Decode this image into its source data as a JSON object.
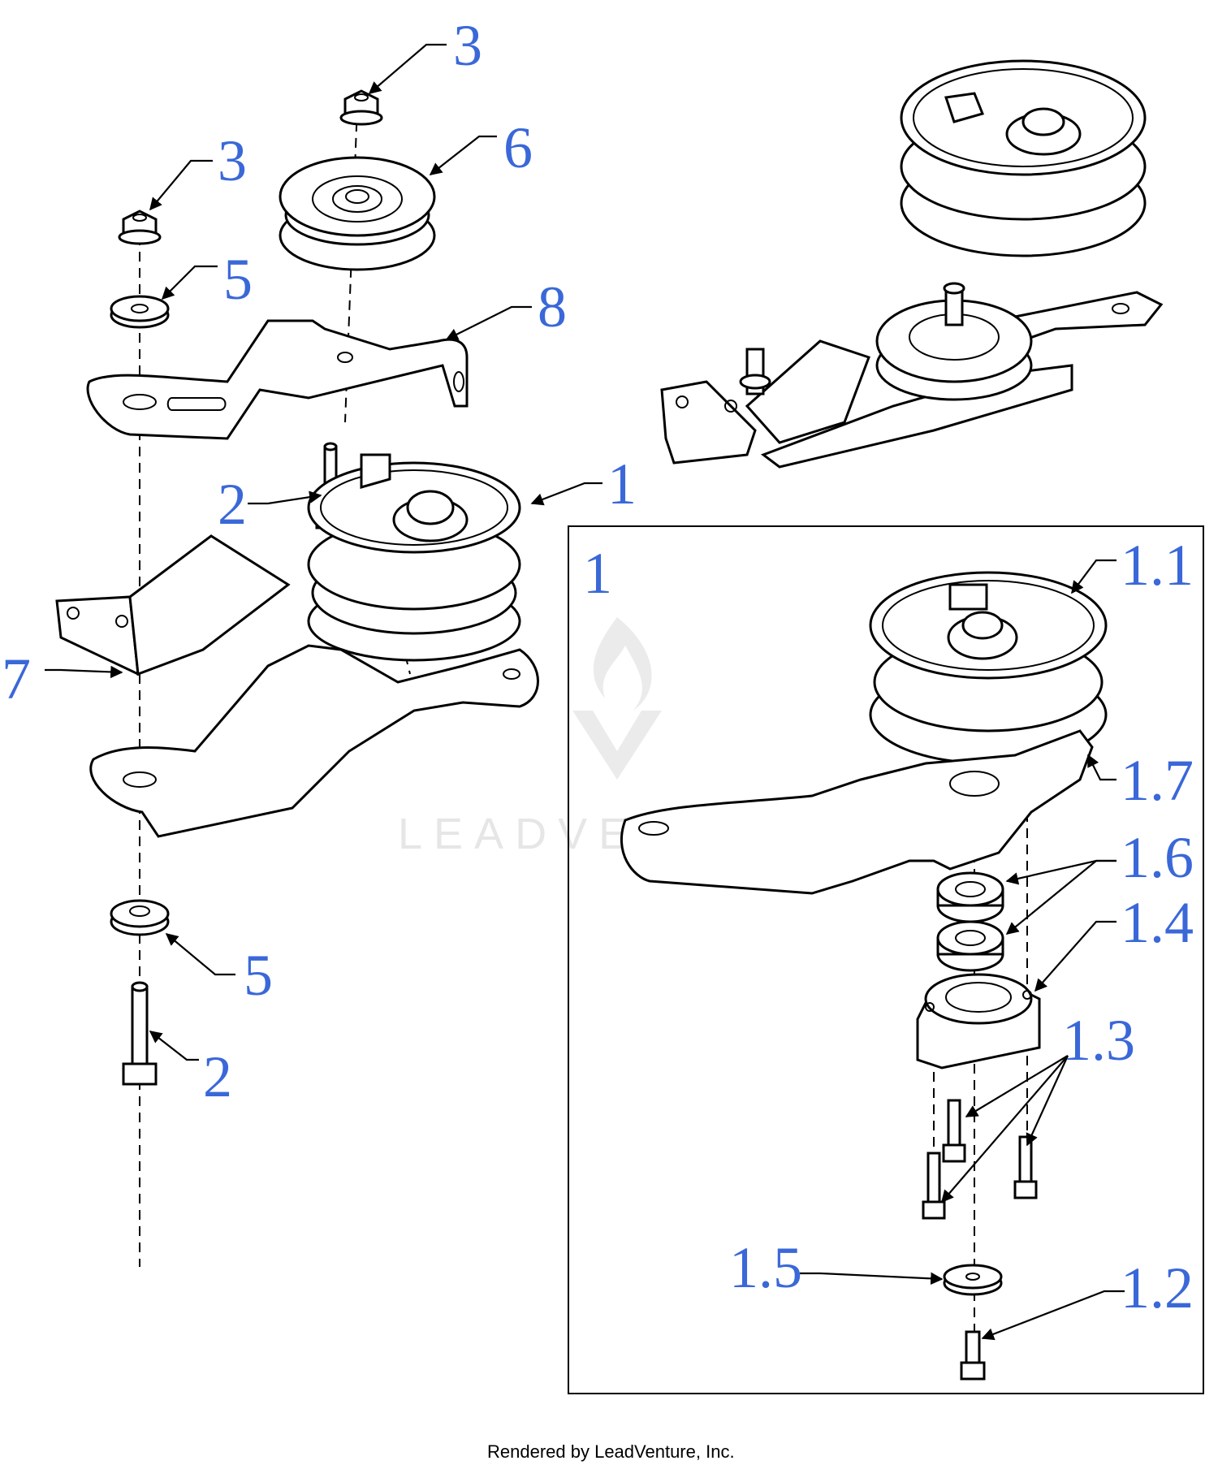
{
  "callouts": {
    "c3a": "3",
    "c3b": "3",
    "c6": "6",
    "c5a": "5",
    "c8": "8",
    "c2a": "2",
    "c1": "1",
    "c7": "7",
    "c5b": "5",
    "c2b": "2",
    "inset_title": "1",
    "c1_1": "1.1",
    "c1_7": "1.7",
    "c1_6": "1.6",
    "c1_4": "1.4",
    "c1_3": "1.3",
    "c1_5": "1.5",
    "c1_2": "1.2"
  },
  "watermark": "LEADVENTURE",
  "footer": "Rendered by LeadVenture, Inc.",
  "colors": {
    "callout": "#3a68d8",
    "line": "#000000",
    "watermark": "#e6e6e6"
  }
}
